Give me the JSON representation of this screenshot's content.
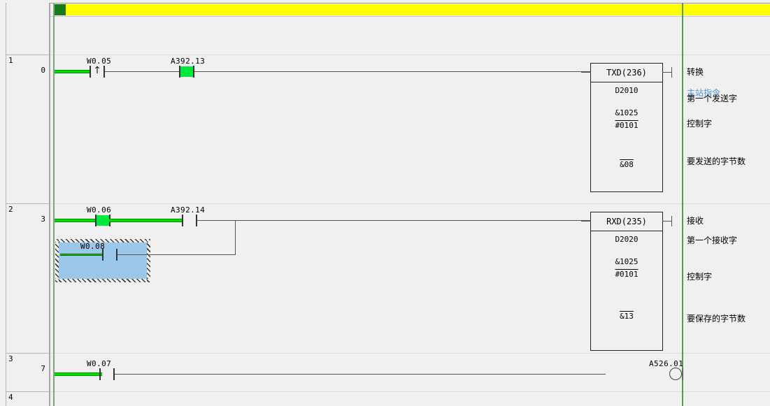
{
  "statusbar": {
    "marker": "green-block-marker",
    "bar_color": "#ffff00",
    "marker_color": "#1a7a1a"
  },
  "colors": {
    "power_flow": "#00e000",
    "contact_energized": "#00e83c",
    "rail_left": "#7da87d",
    "rail_right": "#4f9e4f",
    "selection_fill": "#9bc8ea",
    "comment_blue": "#4a90d9",
    "background": "#f0f0f0"
  },
  "rows": [
    {
      "rung": "1",
      "step": "0"
    },
    {
      "rung": "2",
      "step": "3"
    },
    {
      "rung": "3",
      "step": "7"
    },
    {
      "rung": "4",
      "step": ""
    }
  ],
  "rungs": [
    {
      "id": "rung-1",
      "rung_number": "1",
      "step_number": "0",
      "contacts": [
        {
          "name": "W0.05",
          "type": "rising-edge",
          "energized": true
        },
        {
          "name": "A392.13",
          "type": "normally-open",
          "energized": true
        }
      ],
      "instruction": {
        "mnemonic": "TXD(236)",
        "operands": [
          "D2010",
          "&1025",
          "#0101",
          "&08"
        ],
        "operand_overline": [
          false,
          false,
          true,
          true
        ],
        "comments": [
          {
            "text": "转换",
            "color": "#000000"
          },
          {
            "text": "主站指令",
            "color": "#4a90d9"
          },
          {
            "text": "第一个发送字",
            "color": "#000000"
          },
          {
            "text": "控制字",
            "color": "#000000"
          },
          {
            "text": "要发送的字节数",
            "color": "#000000"
          }
        ]
      }
    },
    {
      "id": "rung-2",
      "rung_number": "2",
      "step_number": "3",
      "contacts": [
        {
          "name": "W0.06",
          "type": "normally-open",
          "energized": true
        },
        {
          "name": "A392.14",
          "type": "normally-open",
          "energized": false
        },
        {
          "name": "W0.08",
          "type": "normally-open",
          "energized": false,
          "selected": true
        }
      ],
      "instruction": {
        "mnemonic": "RXD(235)",
        "operands": [
          "D2020",
          "&1025",
          "#0101",
          "&13"
        ],
        "operand_overline": [
          false,
          false,
          true,
          true
        ],
        "comments": [
          {
            "text": "接收",
            "color": "#000000"
          },
          {
            "text": "第一个接收字",
            "color": "#000000"
          },
          {
            "text": "控制字",
            "color": "#000000"
          },
          {
            "text": "要保存的字节数",
            "color": "#000000"
          }
        ]
      }
    },
    {
      "id": "rung-3",
      "rung_number": "3",
      "step_number": "7",
      "contacts": [
        {
          "name": "W0.07",
          "type": "normally-open",
          "energized": true
        }
      ],
      "coil": {
        "name": "A526.01",
        "type": "output-coil",
        "energized": false
      }
    }
  ],
  "labels": {
    "r1_c1": "W0.05",
    "r1_c2": "A392.13",
    "r1_instr": "TXD(236)",
    "r1_op1": "D2010",
    "r1_op2": "&1025",
    "r1_op3": "#0101",
    "r1_op4": "&08",
    "r1_cm1": "转换",
    "r1_cm2": "主站指令",
    "r1_cm3": "第一个发送字",
    "r1_cm4": "控制字",
    "r1_cm5": "要发送的字节数",
    "r2_c1": "W0.06",
    "r2_c2": "A392.14",
    "r2_c3": "W0.08",
    "r2_instr": "RXD(235)",
    "r2_op1": "D2020",
    "r2_op2": "&1025",
    "r2_op3": "#0101",
    "r2_op4": "&13",
    "r2_cm1": "接收",
    "r2_cm2": "第一个接收字",
    "r2_cm3": "控制字",
    "r2_cm4": "要保存的字节数",
    "r3_c1": "W0.07",
    "r3_coil": "A526.01",
    "row1_rung": "1",
    "row1_step": "0",
    "row2_rung": "2",
    "row2_step": "3",
    "row3_rung": "3",
    "row3_step": "7",
    "row4_rung": "4"
  }
}
